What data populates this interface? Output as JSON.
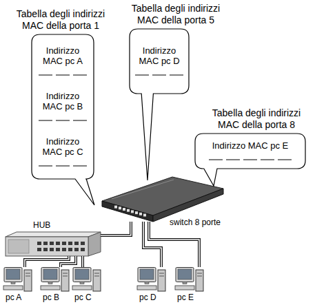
{
  "diagram": {
    "nodes": [
      {
        "text": [
          "Tabella degli indirizzi MAC della porta 1",
          "Indirizzo MAC pc A",
          "Indirizzo MAC pc B",
          "Indirizzo MAC pc C"
        ]
      },
      {
        "text": [
          "Tabella degli indirizzi MAC della porta 5",
          "Indirizzo MAC pc D"
        ]
      },
      {
        "text": [
          "Tabella degli indirizzi MAC della porta 8",
          "Indirizzo MAC pc E"
        ]
      },
      {
        "text": [
          "switch 8 porte"
        ]
      },
      {
        "text": [
          "HUB"
        ]
      },
      {
        "text": [
          "pc A"
        ]
      },
      {
        "text": [
          "pc B"
        ]
      },
      {
        "text": [
          "pc C"
        ]
      },
      {
        "text": [
          "pc D"
        ]
      },
      {
        "text": [
          "pc E"
        ]
      }
    ],
    "edges": [
      {
        "from": 4,
        "to": 3,
        "arrow": "none"
      },
      {
        "from": 3,
        "to": 8,
        "arrow": "none"
      },
      {
        "from": 3,
        "to": 9,
        "arrow": "none"
      },
      {
        "from": 4,
        "to": 5,
        "arrow": "none"
      },
      {
        "from": 4,
        "to": 6,
        "arrow": "none"
      },
      {
        "from": 4,
        "to": 7,
        "arrow": "none"
      }
    ]
  }
}
